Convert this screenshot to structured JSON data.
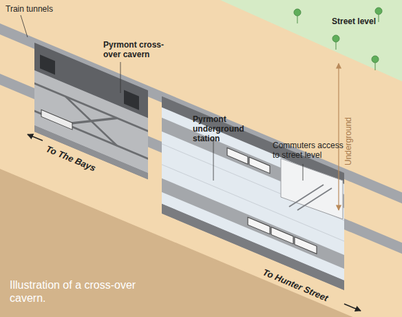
{
  "diagram": {
    "caption": "Illustration of a cross-over cavern.",
    "labels": [
      "Train tunnels",
      "Pyrmont cross-over cavern",
      "Pyrmont underground station",
      "Commuters access to street level",
      "Street level",
      "Underground",
      "To The Bays",
      "To Hunter Street"
    ]
  }
}
